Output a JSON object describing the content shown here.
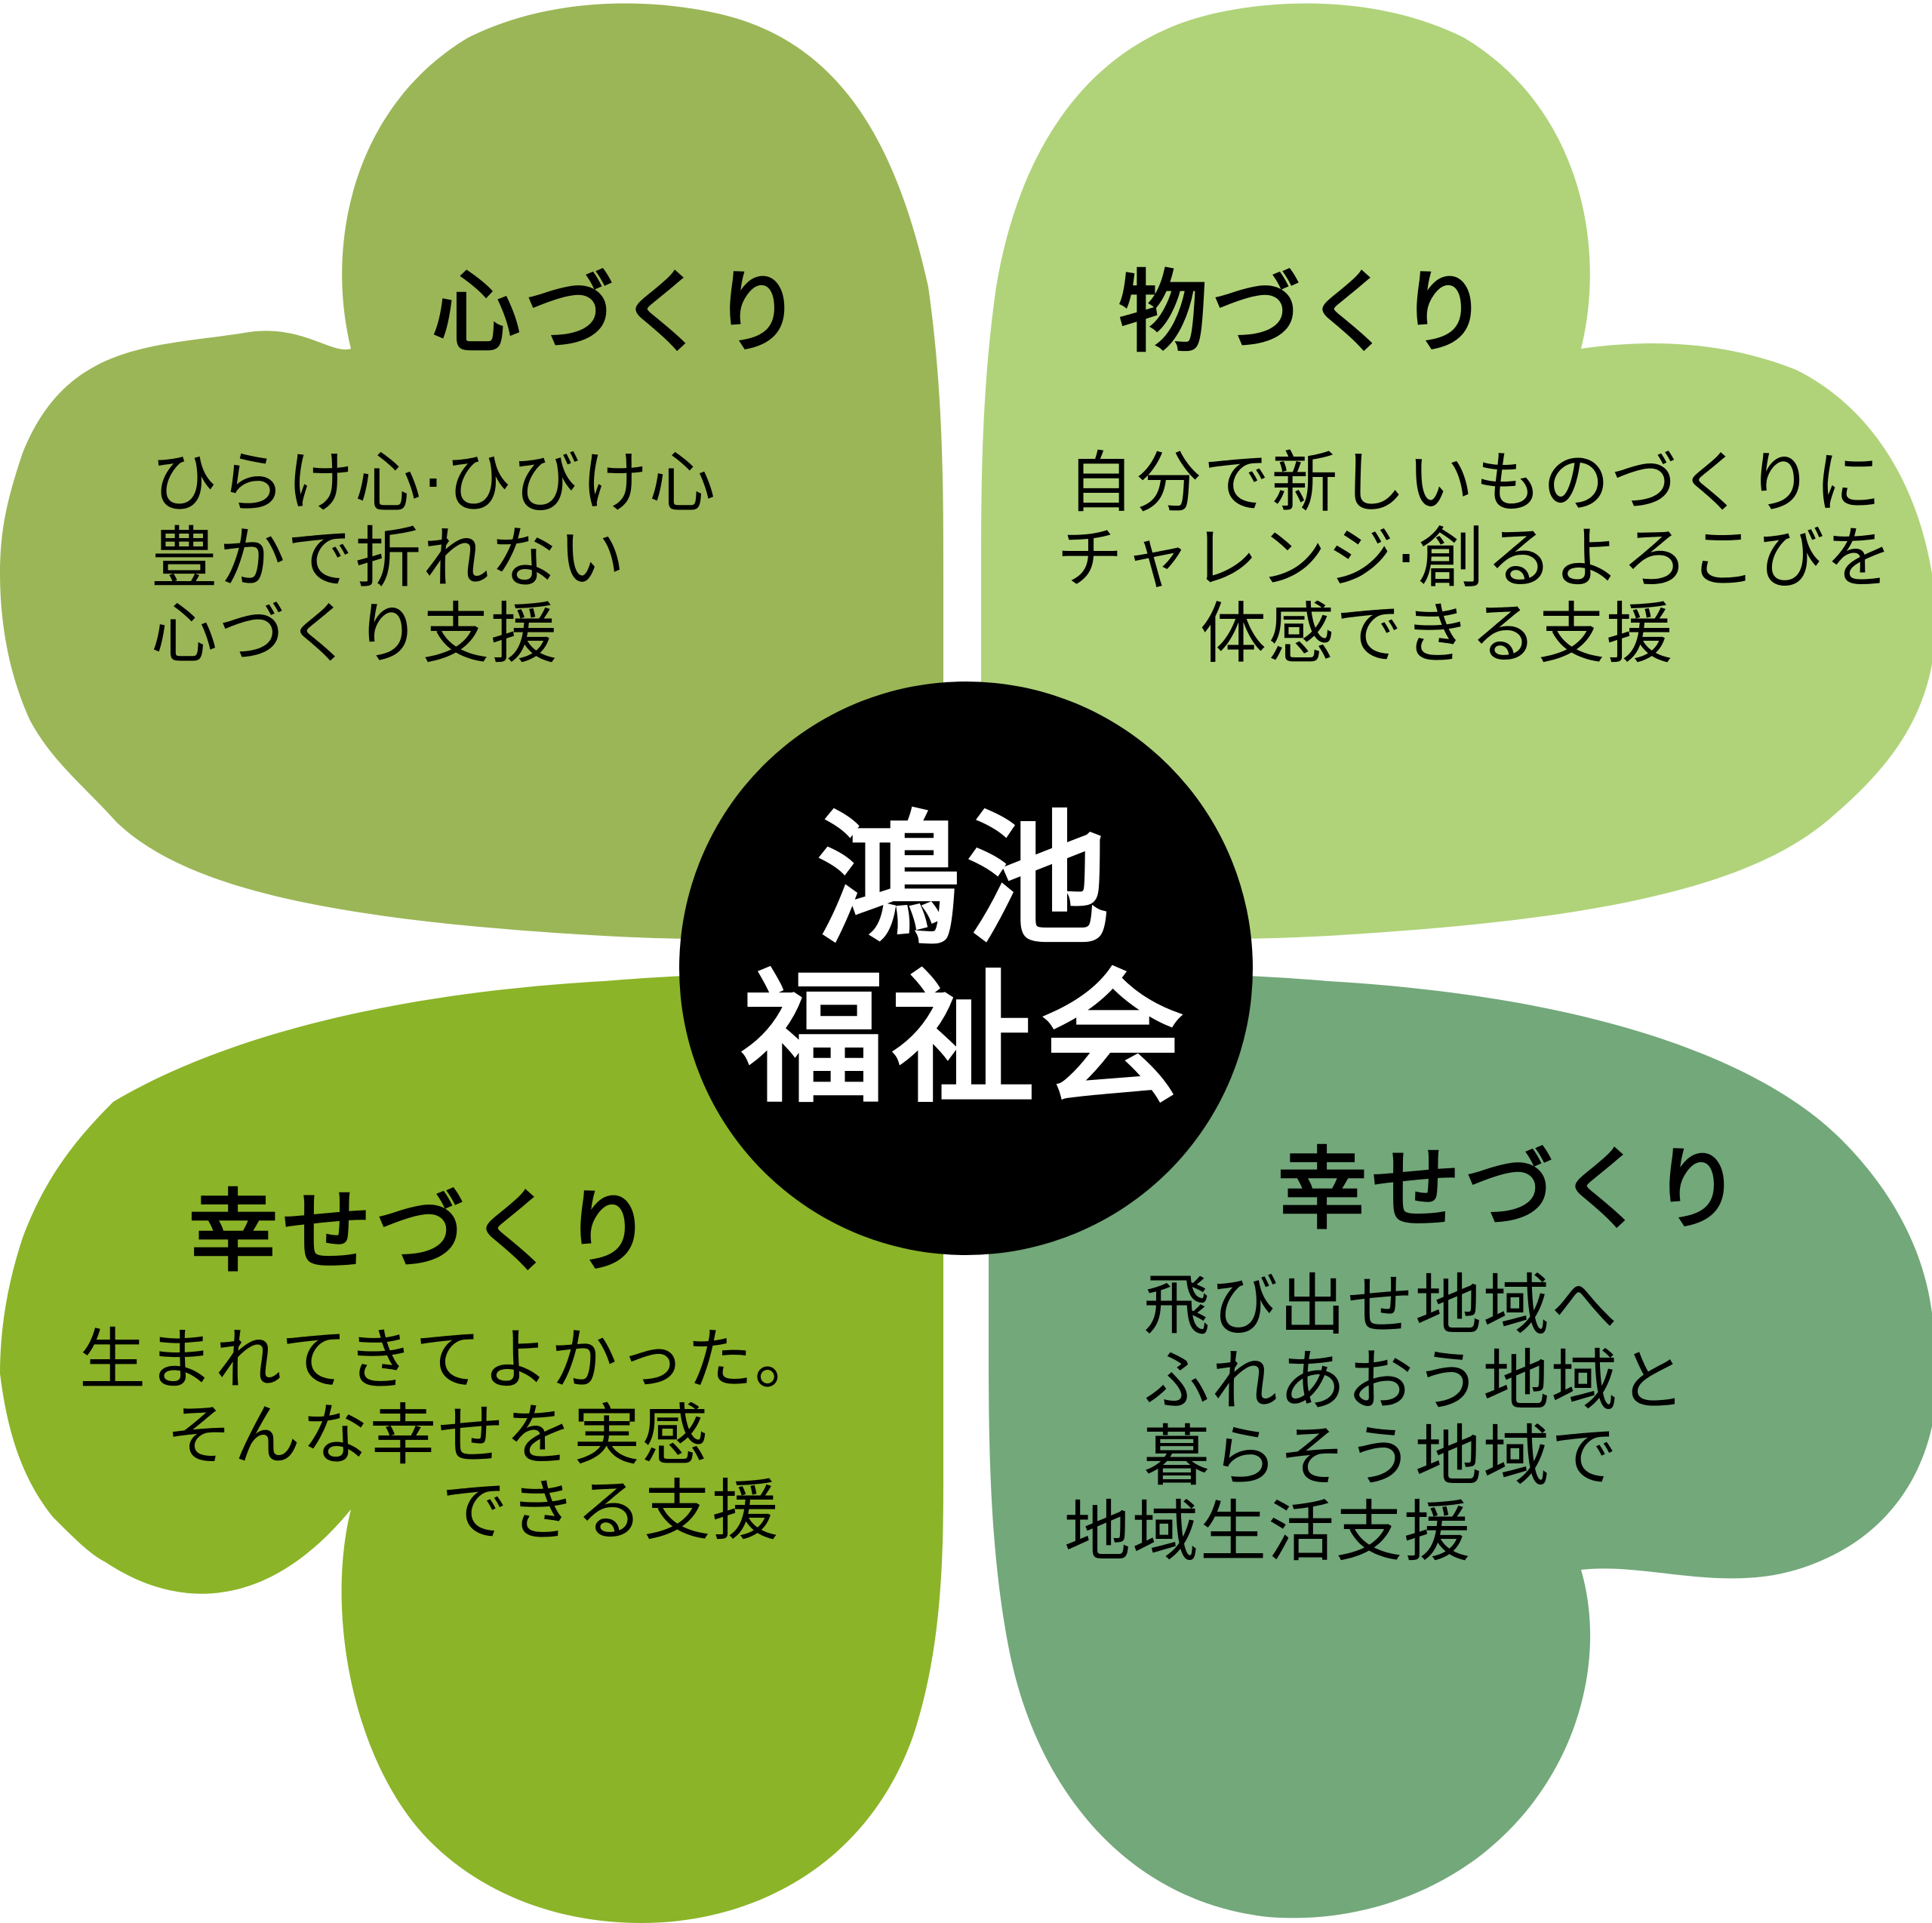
{
  "center": {
    "line1": "鴻池",
    "line2": "福祉会",
    "bg_color": "#000000",
    "text_color": "#ffffff"
  },
  "petals": [
    {
      "position": "top-left",
      "color": "#9BB657",
      "title": "心づくり",
      "lines": [
        "ひらけ心·ひびけ心",
        "豊かで折れない",
        "心づくり支援"
      ]
    },
    {
      "position": "top-right",
      "color": "#B0D37A",
      "title": "物づくり",
      "lines": [
        "自分で新しいものづくりに",
        "チャレンジ·創るよろこびを",
        "体感できる支援"
      ]
    },
    {
      "position": "bottom-left",
      "color": "#8BB428",
      "title": "幸せづくり",
      "lines": [
        "生まれてきてよかった。",
        "そんな幸せを実感",
        "できる支援"
      ]
    },
    {
      "position": "bottom-right",
      "color": "#73A87A",
      "title": "幸せづくり",
      "lines": [
        "飛び出せ地域へ",
        "ふれあおう地域と",
        "暮らそう地域で",
        "地域生活支援"
      ]
    }
  ]
}
